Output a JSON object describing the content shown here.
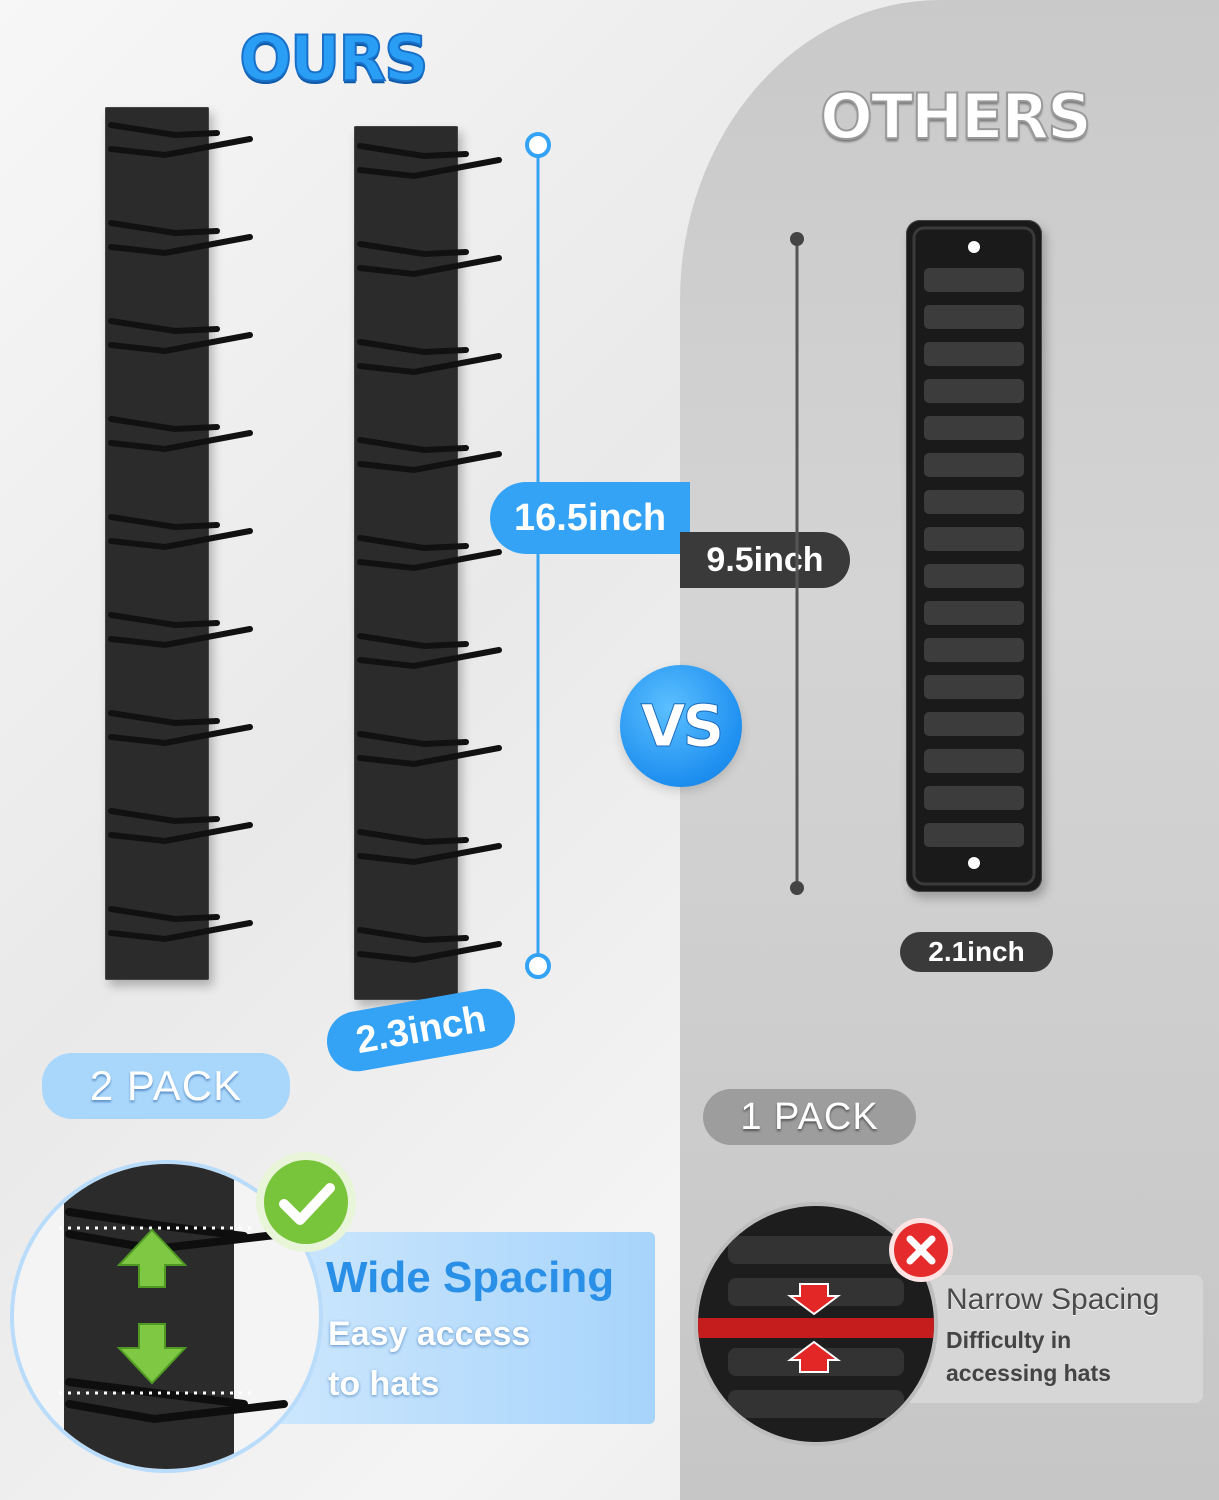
{
  "left": {
    "title": "OURS",
    "height_label": "16.5inch",
    "width_label": "2.3inch",
    "pack_label": "2 PACK",
    "feature_title": "Wide Spacing",
    "feature_line1": "Easy access",
    "feature_line2": "to hats",
    "accent_color": "#2a9df4"
  },
  "center": {
    "vs_label": "VS"
  },
  "right": {
    "title": "OTHERS",
    "height_label": "9.5inch",
    "width_label": "2.1inch",
    "pack_label": "1 PACK",
    "feature_title": "Narrow Spacing",
    "feature_line1": "Difficulty in",
    "feature_line2": "accessing hats",
    "accent_color": "#3a3a3a"
  },
  "icons": {
    "good": "check-icon",
    "bad": "cross-icon",
    "up": "arrow-up-icon",
    "down": "arrow-down-icon"
  }
}
